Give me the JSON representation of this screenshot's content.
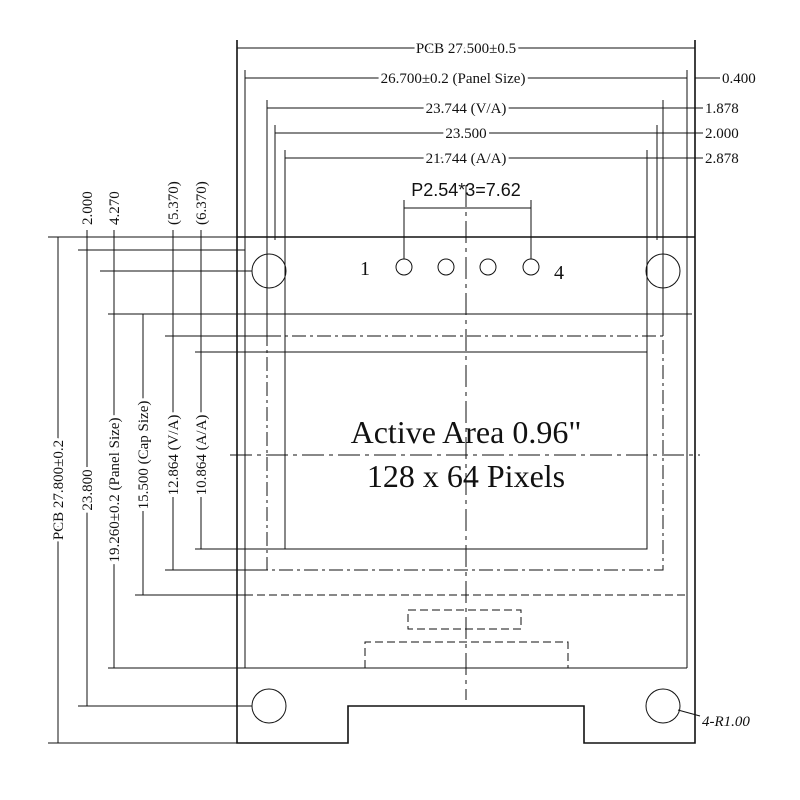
{
  "drawing": {
    "top_dims": {
      "pcb_width": "PCB 27.500±0.5",
      "panel_size": "26.700±0.2 (Panel Size)",
      "va_width": "23.744 (V/A)",
      "mid_width": "23.500",
      "aa_width": "21.744 (A/A)",
      "pitch": "P2.54*3=7.62"
    },
    "right_offsets": [
      "0.400",
      "1.878",
      "2.000",
      "2.878"
    ],
    "left_offsets_top": [
      "2.000",
      "4.270",
      "(5.370)",
      "(6.370)"
    ],
    "left_dims": {
      "pcb_height": "PCB 27.800±0.2",
      "h_23800": "23.800",
      "panel_height": "19.260±0.2 (Panel Size)",
      "cap_size": "15.500 (Cap Size)",
      "va_height": "12.864 (V/A)",
      "aa_height": "10.864 (A/A)"
    },
    "pins": {
      "first": "1",
      "last": "4"
    },
    "active_area": {
      "line1": "Active Area 0.96\"",
      "line2": "128 x 64 Pixels"
    },
    "hole_note": "4-R1.00"
  }
}
